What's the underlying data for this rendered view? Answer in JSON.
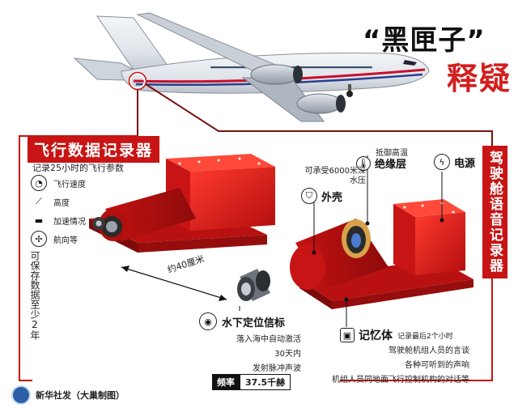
{
  "title": {
    "quoted": "“黑匣子”",
    "red": "释疑"
  },
  "fdr": {
    "title": "飞行数据记录器",
    "subtitle": "记录25小时的飞行参数",
    "params": [
      {
        "icon": "speedometer-icon",
        "label": "飞行速度"
      },
      {
        "icon": "altitude-chart-icon",
        "label": "高度"
      },
      {
        "icon": "acceleration-icon",
        "label": "加速情况"
      },
      {
        "icon": "compass-icon",
        "label": "航向等"
      }
    ],
    "storage_note": "可保存数据至少2年",
    "size_label": "约40厘米"
  },
  "cvr": {
    "title": "驾驶舱语音记录器",
    "heat_resist": "抵御高温",
    "insulation": "绝缘层",
    "pressure": "可承受6000米深水压",
    "shell": "外壳",
    "power": "电源"
  },
  "beacon": {
    "title": "水下定位信标",
    "items": [
      "落入海中自动激活",
      "30天内",
      "发射脉冲声波"
    ],
    "freq_label": "频率",
    "freq_value": "37.5千赫"
  },
  "memory": {
    "title": "记忆体",
    "note": "记录最后2个小时",
    "items": [
      "驾驶舱机组人员的言谈",
      "各种可听到的声响",
      "机组人员同地面飞行控制机构的对话等"
    ]
  },
  "footer": {
    "credit": "新华社发（大巢制图）"
  },
  "colors": {
    "accent_red": "#c81414",
    "device_red": "#e01a1a",
    "line_dark": "#7a1010"
  }
}
